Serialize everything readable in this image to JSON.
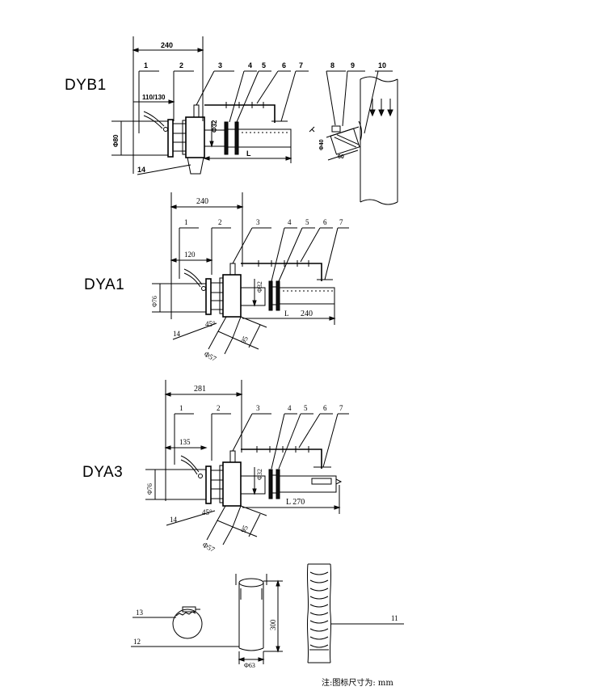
{
  "models": {
    "dyb1": "DYB1",
    "dya1": "DYA1",
    "dya3": "DYA3"
  },
  "dyb1": {
    "callouts": [
      "1",
      "2",
      "3",
      "4",
      "5",
      "6",
      "7",
      "8",
      "9",
      "10",
      "14"
    ],
    "dim_total": "240",
    "dim_offset": "110/130",
    "dim_dia": "Φ80",
    "dim_pipe": "Φ32",
    "dim_length": "L",
    "dim_small_a": "Φ40",
    "dim_small_b": "60"
  },
  "dya1": {
    "callouts": [
      "1",
      "2",
      "3",
      "4",
      "5",
      "6",
      "7",
      "14"
    ],
    "dim_total": "240",
    "dim_offset": "120",
    "dim_dia": "Φ76",
    "dim_pipe": "Φ32",
    "dim_length": "L",
    "dim_length_value": "240",
    "dim_angle": "45°",
    "dim_nozzle": "95",
    "dim_nozzle_dia": "Φ57"
  },
  "dya3": {
    "callouts": [
      "1",
      "2",
      "3",
      "4",
      "5",
      "6",
      "7",
      "14"
    ],
    "dim_total": "281",
    "dim_offset": "135",
    "dim_dia": "Φ76",
    "dim_pipe": "Φ32",
    "dim_length": "L 270",
    "dim_angle": "45°",
    "dim_nozzle": "95",
    "dim_nozzle_dia": "Φ57"
  },
  "accessories": {
    "callouts": [
      "13",
      "12",
      "11"
    ],
    "dim_height": "300",
    "dim_dia": "Φ63"
  },
  "note": "注:图标尺寸为: mm"
}
